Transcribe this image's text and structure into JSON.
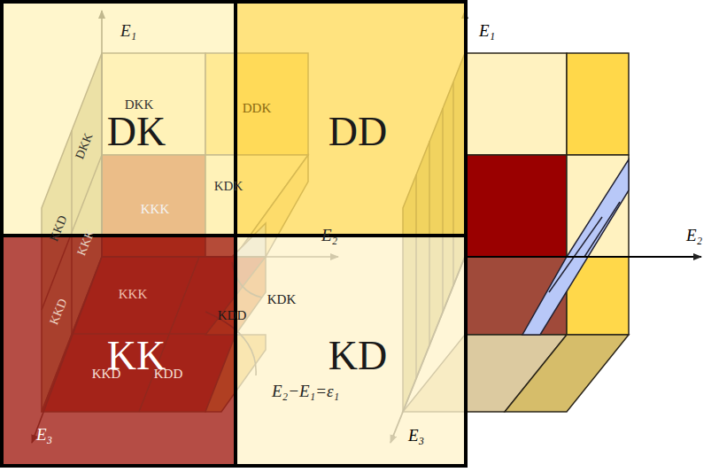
{
  "diagram": {
    "nodes": [
      {
        "text": [
          "DK"
        ]
      },
      {
        "text": [
          "DD"
        ]
      },
      {
        "text": [
          "KK"
        ]
      },
      {
        "text": [
          "KD"
        ]
      }
    ],
    "labels": [
      "E₁",
      "DKK",
      "DDK",
      "DKK",
      "KKK",
      "KDK",
      "E₂",
      "KKD",
      "KKK",
      "KKK",
      "KDK",
      "KKD",
      "KDD",
      "KKD",
      "KDD",
      "E₂−E₁=ε₁",
      "E₃",
      "E₁",
      "E₂",
      "E₃"
    ]
  }
}
